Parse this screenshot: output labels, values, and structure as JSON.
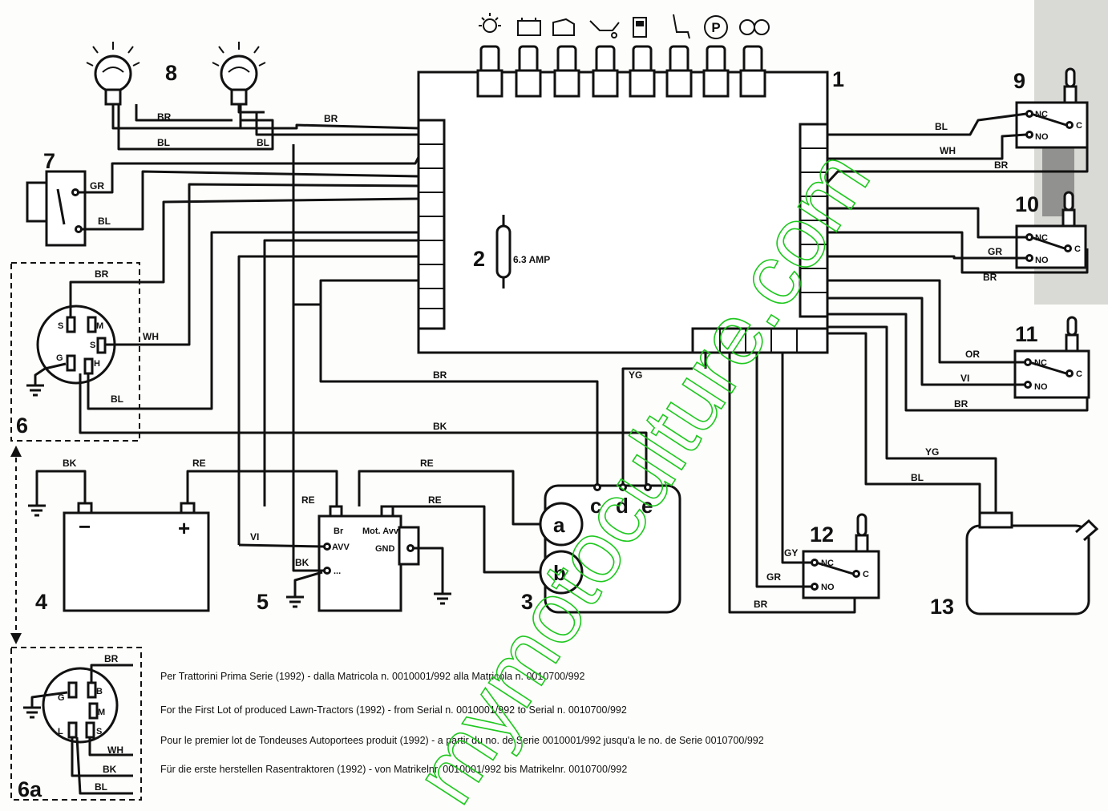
{
  "components": {
    "c1": "1",
    "c2": "2",
    "c3": "3",
    "c4": "4",
    "c5": "5",
    "c6": "6",
    "c6a": "6a",
    "c7": "7",
    "c8": "8",
    "c9": "9",
    "c10": "10",
    "c11": "11",
    "c12": "12",
    "c13": "13"
  },
  "fuse_rating": "6.3 AMP",
  "wires": {
    "br": "BR",
    "bl": "BL",
    "wh": "WH",
    "gr": "GR",
    "bk": "BK",
    "re": "RE",
    "vi": "VI",
    "yg": "YG",
    "or": "OR",
    "gy": "GY",
    "bl_lamp": "BL",
    "wh_6a": "WH"
  },
  "switch_terms": {
    "nc": "NC",
    "no": "NO",
    "c": "C"
  },
  "ignition_pins": {
    "s": "S",
    "m": "M",
    "g": "G",
    "h": "H",
    "b": "B",
    "l": "L"
  },
  "motor_terms": {
    "a": "a",
    "b": "b",
    "c": "c",
    "d": "d",
    "e": "e"
  },
  "battery": {
    "minus": "−",
    "plus": "+"
  },
  "solenoid": {
    "br": "Br",
    "avv": "AVV",
    "mot": "Mot. Avv",
    "gnd": "GND",
    "dots": "..."
  },
  "panel_icons": [
    "lamp-icon",
    "battery-icon",
    "oil-can-icon",
    "oil-level-icon",
    "fuel-pump-icon",
    "seat-icon",
    "parking-brake-icon",
    "blade-icon"
  ],
  "panel_glyphs": {
    "parking": "P",
    "blade": "⊕⊕"
  },
  "notes": [
    "Per Trattorini Prima Serie (1992) - dalla Matricola n. 0010001/992 alla Matricola n. 0010700/992",
    "For the First Lot of produced Lawn-Tractors (1992) - from Serial n. 0010001/992 to Serial n. 0010700/992",
    "Pour le premier lot de Tondeuses Autoportees produit (1992) - a partir du no. de Serie 0010001/992 jusqu'a le no. de Serie 0010700/992",
    "Für die erste herstellen Rasentraktoren (1992) - von Matrikelnr. 0010001/992 bis Matrikelnr. 0010700/992"
  ],
  "watermark": "mymotoculture.com",
  "colors": {
    "ink": "#111111",
    "watermark": "#1ec81e",
    "paper": "#fdfdfb"
  }
}
